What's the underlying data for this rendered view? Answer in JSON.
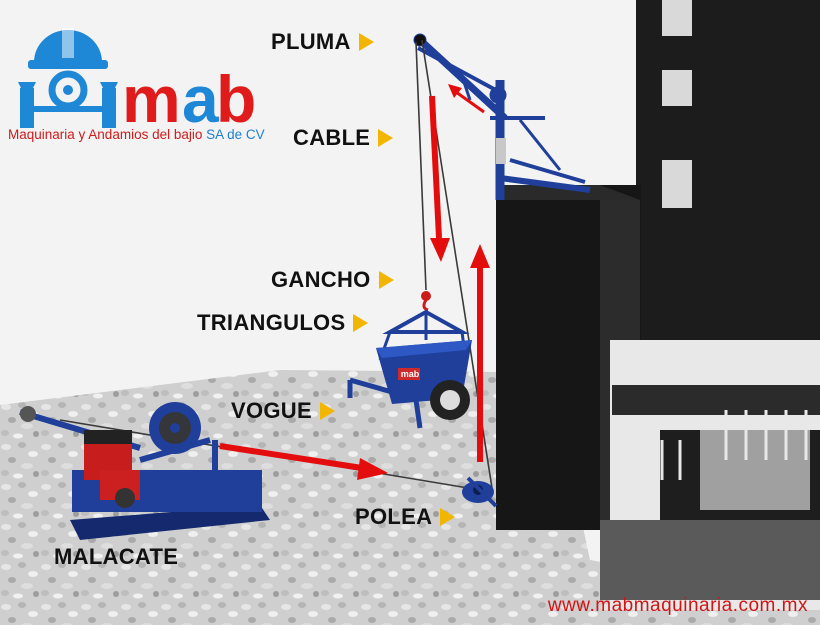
{
  "brand": {
    "logo_word": "mab",
    "tagline": "Maquinaria y Andamios del bajio",
    "tagline_suffix": "SA de CV",
    "colors": {
      "red": "#e01b1b",
      "blue": "#1e88d6"
    }
  },
  "labels": {
    "pluma": "PLUMA",
    "cable": "CABLE",
    "gancho": "GANCHO",
    "triangulos": "TRIANGULOS",
    "vogue": "VOGUE",
    "polea": "POLEA",
    "malacate": "MALACATE"
  },
  "machine_badge": "mab",
  "website": "www.mabmaquinaria.com.mx",
  "colors": {
    "arrow": "#e30d0d",
    "pointer": "#f2b600",
    "equipment": "#1f3f9a",
    "building": "#1b1b1b"
  }
}
